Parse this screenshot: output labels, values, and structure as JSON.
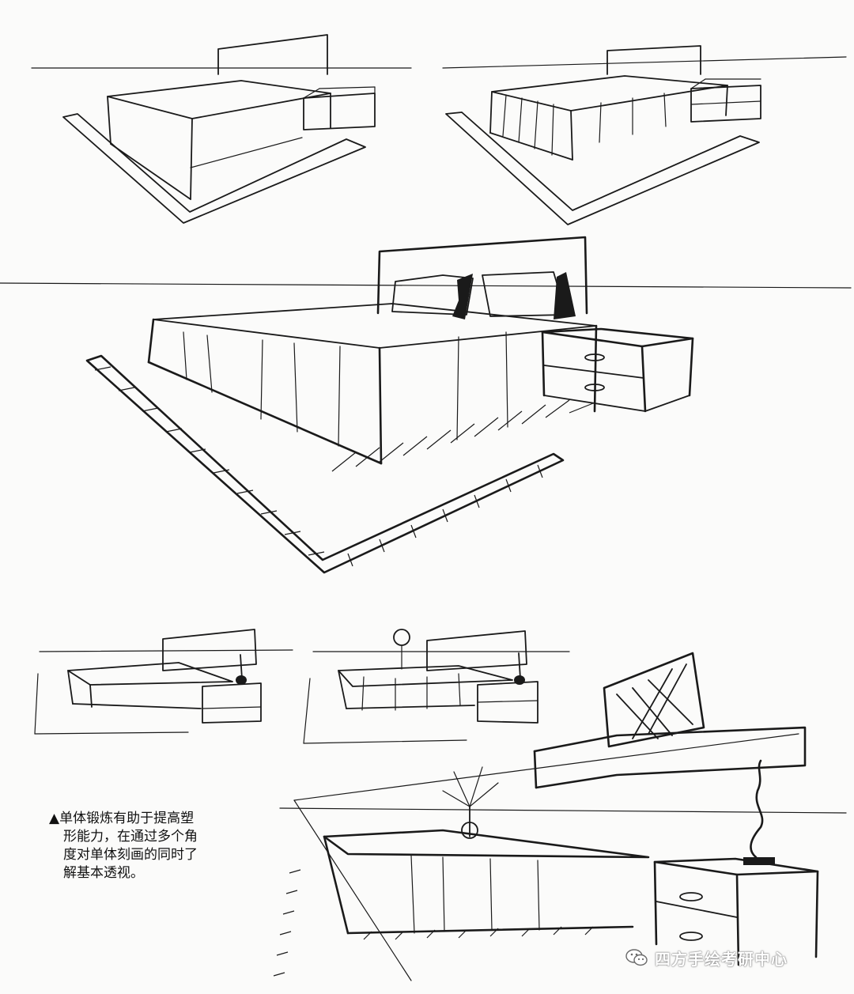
{
  "caption": {
    "lines": [
      "▲单体锻炼有助于提高塑",
      "形能力，在通过多个角",
      "度对单体刻画的同时了",
      "解基本透视。"
    ]
  },
  "watermark": {
    "text": "四方手绘考研中心",
    "icon": "wechat-icon"
  },
  "colors": {
    "ink": "#1a1a1a",
    "paper": "#fbfbfa"
  }
}
